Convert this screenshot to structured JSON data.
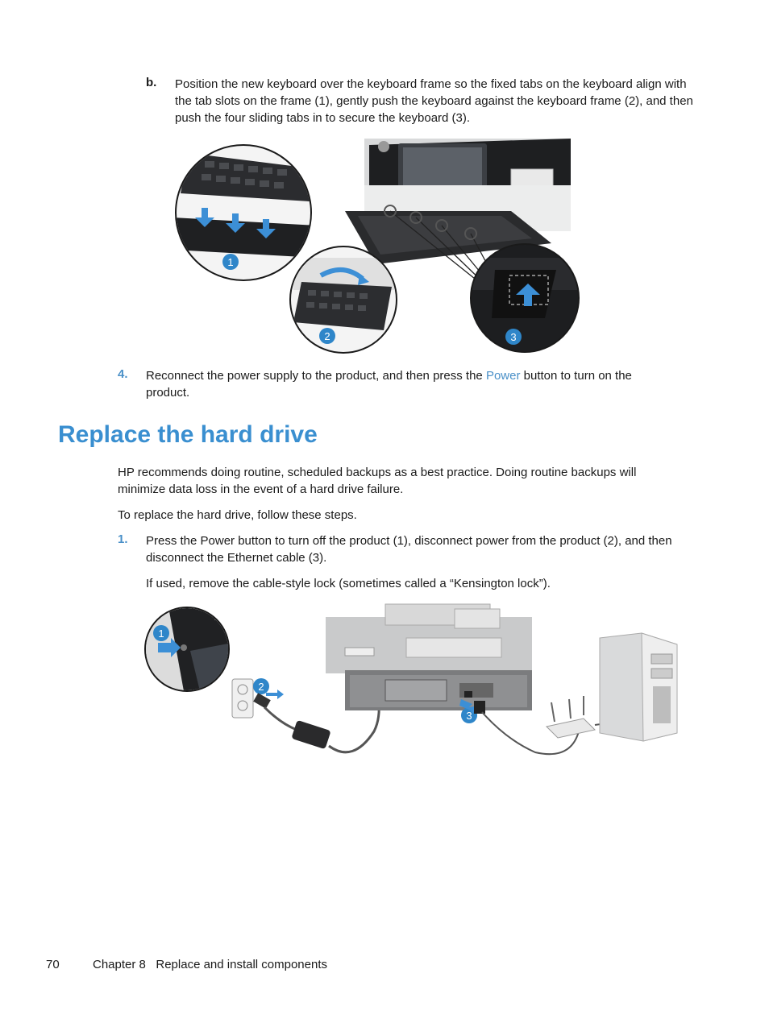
{
  "step_b": {
    "label": "b.",
    "text": "Position the new keyboard over the keyboard frame so the fixed tabs on the keyboard align with the tab slots on the frame (1), gently push the keyboard against the keyboard frame (2), and then push the four sliding tabs in to secure the keyboard (3)."
  },
  "figure1": {
    "callouts": [
      "1",
      "2",
      "3"
    ]
  },
  "step_4": {
    "label": "4.",
    "text_before": "Reconnect the power supply to the product, and then press the ",
    "link": "Power",
    "text_after": " button to turn on the product."
  },
  "section": {
    "title": "Replace the hard drive",
    "para1": "HP recommends doing routine, scheduled backups as a best practice. Doing routine backups will minimize data loss in the event of a hard drive failure.",
    "para2": "To replace the hard drive, follow these steps."
  },
  "step_1": {
    "label": "1.",
    "text": "Press the Power button to turn off the product (1), disconnect power from the product (2), and then disconnect the Ethernet cable (3).",
    "note": "If used, remove the cable-style lock (sometimes called a “Kensington lock”)."
  },
  "figure2": {
    "callouts": [
      "1",
      "2",
      "3"
    ]
  },
  "footer": {
    "page_number": "70",
    "chapter": "Chapter 8   Replace and install components"
  },
  "colors": {
    "accent": "#3a8fd0",
    "callout": "#2f86c9"
  }
}
